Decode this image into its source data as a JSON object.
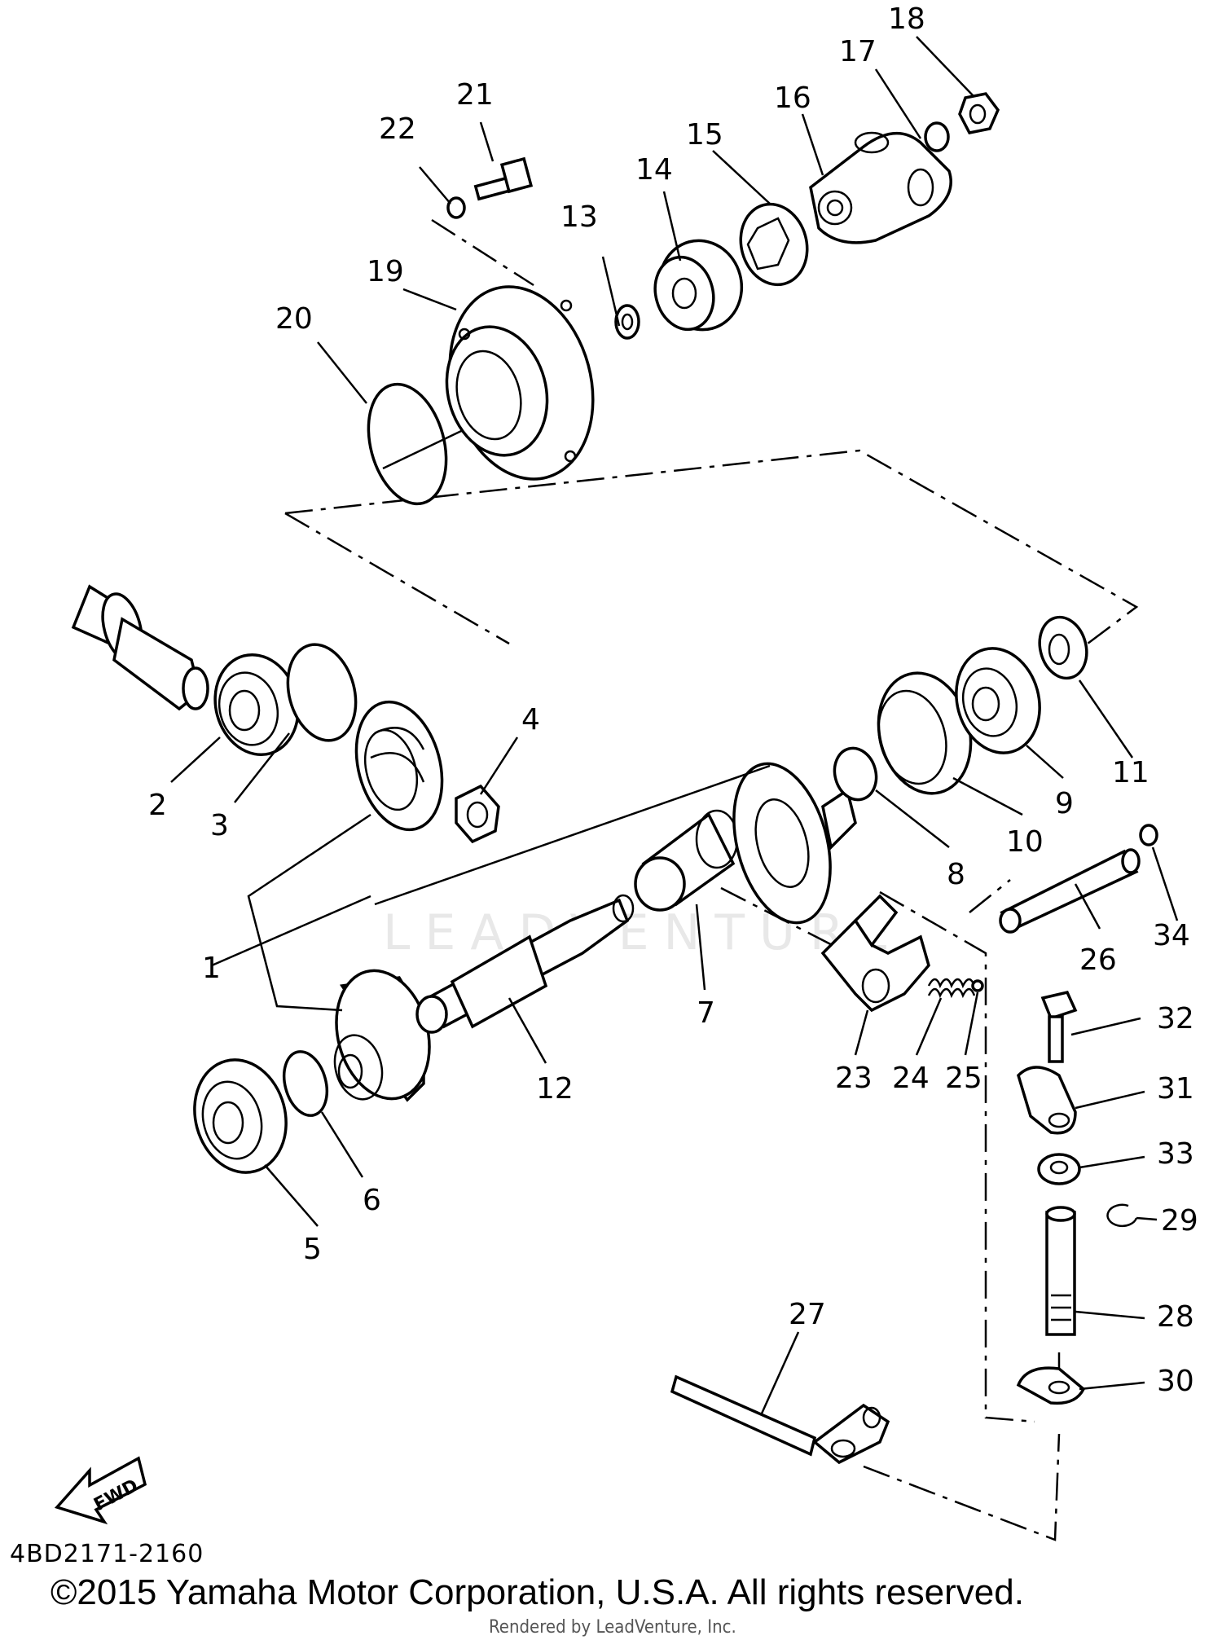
{
  "diagram": {
    "code": "4BD2171-2160",
    "copyright": "©2015 Yamaha Motor Corporation, U.S.A. All rights reserved.",
    "rendered_by": "Rendered by LeadVenture, Inc.",
    "watermark": "LEADVENTURE",
    "fwd_label": "FWD",
    "labels": [
      "1",
      "2",
      "3",
      "4",
      "5",
      "6",
      "7",
      "8",
      "9",
      "10",
      "11",
      "12",
      "13",
      "14",
      "15",
      "16",
      "17",
      "18",
      "19",
      "20",
      "21",
      "22",
      "23",
      "24",
      "25",
      "26",
      "27",
      "28",
      "29",
      "30",
      "31",
      "32",
      "33",
      "34"
    ]
  }
}
